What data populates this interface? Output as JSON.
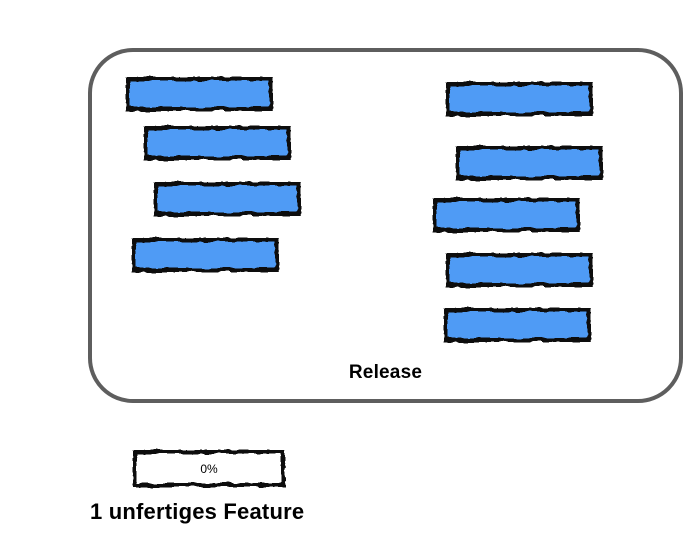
{
  "release": {
    "label": "Release",
    "feature_bars": {
      "left_count": 4,
      "right_count": 5,
      "total": 9
    }
  },
  "progress": {
    "percent_label": "0%"
  },
  "caption": "1 unfertiges Feature",
  "colors": {
    "background": "#ffffff",
    "container_border": "#5e5e5e",
    "bar_fill": "#4f9bf5",
    "bar_border": "#111111",
    "progress_fill": "#ffffff",
    "text": "#000000"
  }
}
